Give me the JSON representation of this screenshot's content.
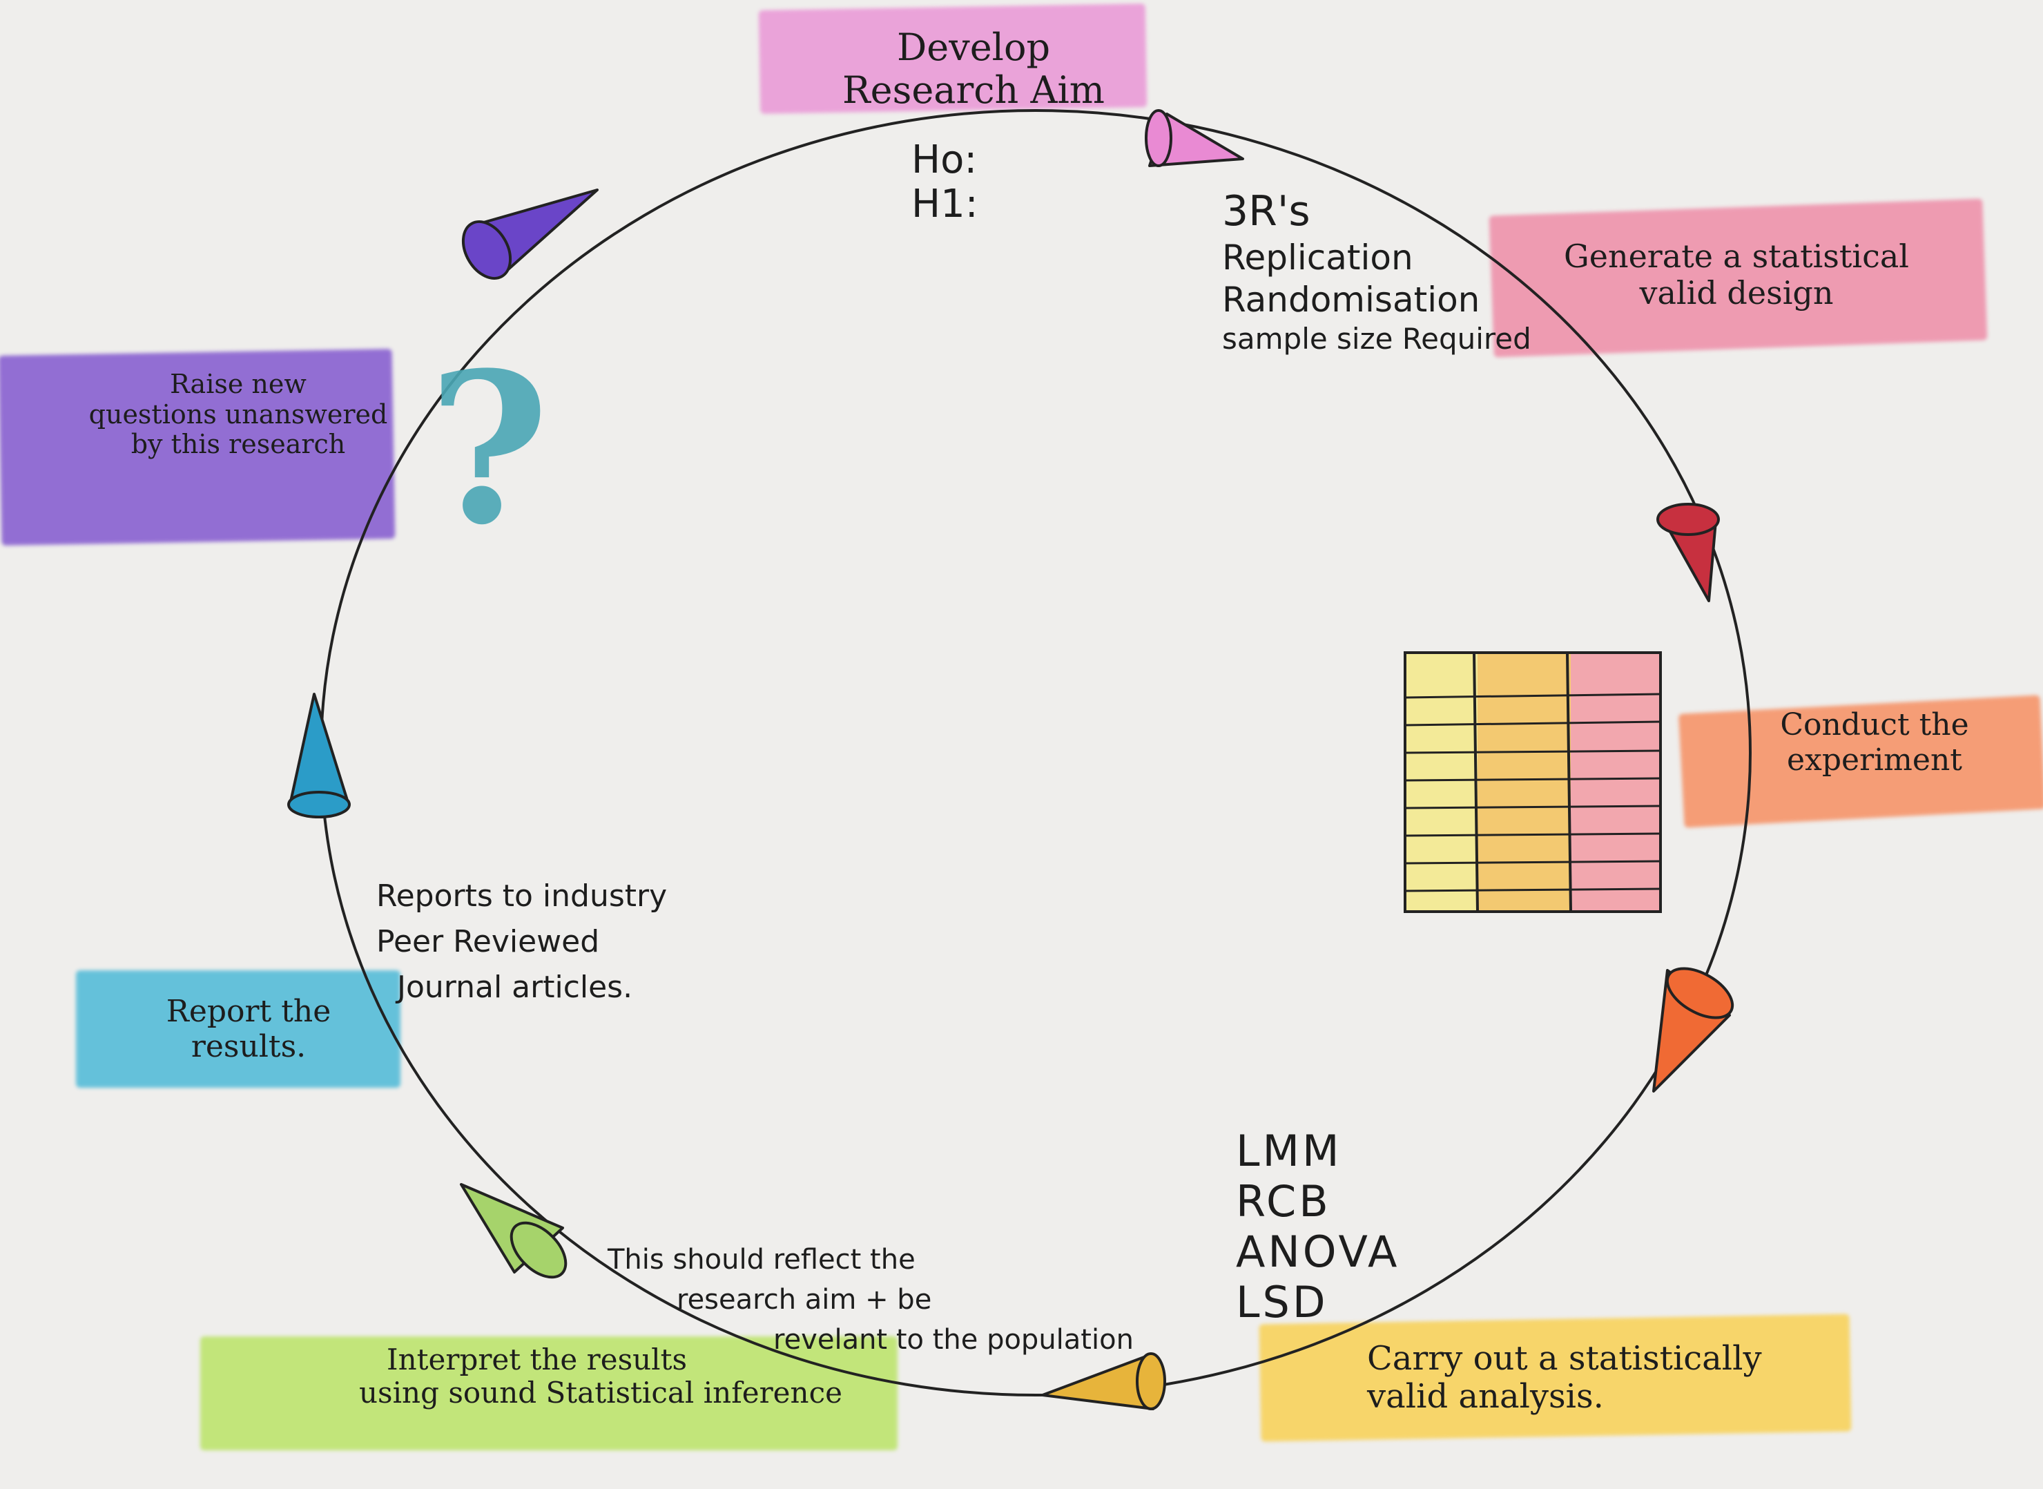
{
  "stages": {
    "develop": [
      "Develop",
      "Research Aim"
    ],
    "design": [
      "Generate a statistical",
      "valid design"
    ],
    "conduct": [
      "Conduct the",
      "experiment"
    ],
    "analysis": [
      "Carry out a statistically",
      "valid analysis."
    ],
    "interpret": [
      "Interpret the results",
      "using sound Statistical inference"
    ],
    "report": [
      "Report the",
      "results."
    ],
    "questions": [
      "Raise new",
      "questions unanswered",
      "by this research"
    ]
  },
  "notes": {
    "hypotheses": [
      "Ho:",
      "H1:"
    ],
    "three_rs": [
      "3R's",
      "Replication",
      "Randomisation",
      "sample size Required"
    ],
    "methods": [
      "LMM",
      "RCB",
      "ANOVA",
      "LSD"
    ],
    "reflect": [
      "This should reflect the",
      "research aim + be",
      "revelant to the population"
    ],
    "reports": [
      "Reports to industry",
      "Peer Reviewed",
      "Journal articles."
    ],
    "question_mark": "?"
  },
  "colors": {
    "develop": "#e98ad3",
    "design": "#ee6f93",
    "conduct": "#f7824f",
    "analysis": "#f9cf4a",
    "interpret": "#b7e35e",
    "report": "#42b6d6",
    "questions": "#7c4fcd",
    "arrow_design": "#c7303f",
    "arrow_conduct": "#f06a34",
    "arrow_analysis": "#e7b43b",
    "arrow_interpret": "#a6d36b",
    "arrow_report": "#2b9cc8",
    "arrow_questions": "#6a45c8",
    "question_mark": "#4aa7b5"
  }
}
